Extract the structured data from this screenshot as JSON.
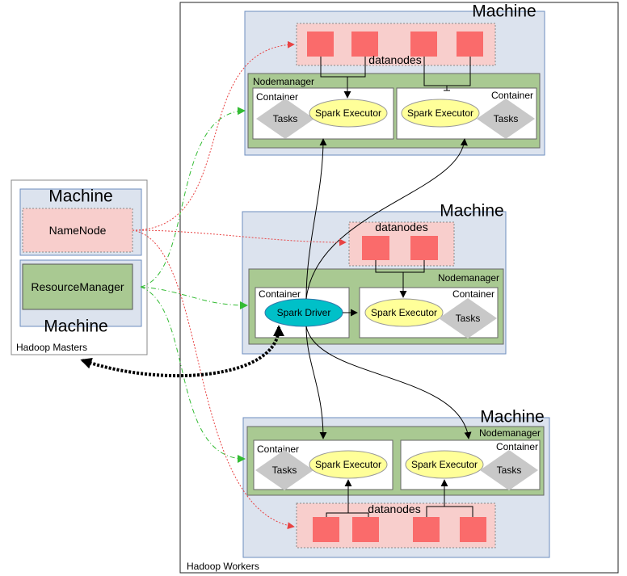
{
  "labels": {
    "machine": "Machine",
    "datanodes": "datanodes",
    "nodemanager": "Nodemanager",
    "container": "Container",
    "tasks": "Tasks",
    "spark_executor": "Spark Executor",
    "spark_driver": "Spark Driver",
    "namenode": "NameNode",
    "resourcemanager": "ResourceManager",
    "hadoop_masters": "Hadoop Masters",
    "hadoop_workers": "Hadoop Workers"
  },
  "colors": {
    "machine_fill": "#dce3ee",
    "machine_stroke": "#6c8ebf",
    "datanode_fill": "#f8cecc",
    "datanode_block": "#fa6b6b",
    "nodemanager_fill": "#a9c992",
    "container_fill": "#ffffff",
    "executor_fill": "#ffff99",
    "driver_fill": "#00c0c8",
    "tasks_fill": "#c8c8c8",
    "hdfs_link": "#e84343",
    "yarn_link": "#33bb33"
  }
}
